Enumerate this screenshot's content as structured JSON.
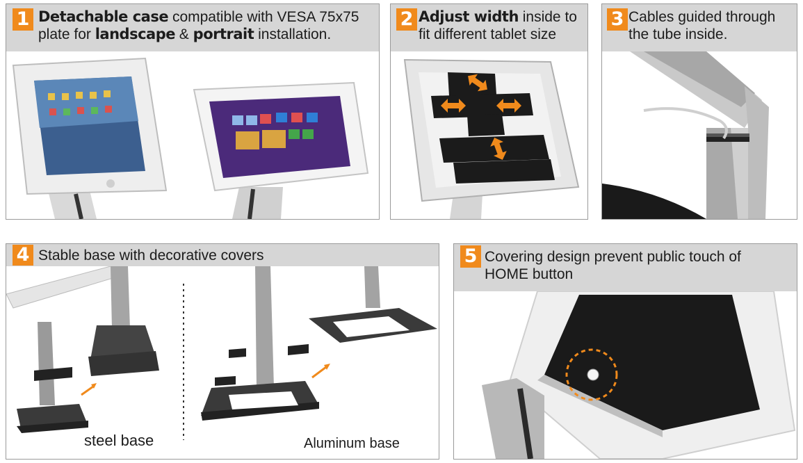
{
  "panels": [
    {
      "num": "1",
      "line1": {
        "b1": "Detachable case",
        "t1": " compatible with VESA 75x75"
      },
      "line2": {
        "t1": "plate for ",
        "b1": "landscape",
        "t2": " & ",
        "b2": "portrait",
        "t3": " installation."
      }
    },
    {
      "num": "2",
      "line1": {
        "b1": "Adjust width",
        "t1": " inside to"
      },
      "line2": {
        "t1": "fit different tablet size"
      }
    },
    {
      "num": "3",
      "line1": "Cables guided through",
      "line2": "the tube inside."
    },
    {
      "num": "4",
      "line1": "Stable base with decorative covers",
      "label_steel": "steel base",
      "label_alu": "Aluminum base"
    },
    {
      "num": "5",
      "line1": "Covering design prevent public touch of",
      "line2": "HOME button"
    }
  ],
  "colors": {
    "accent": "#f08a1c",
    "header": "#d6d6d6",
    "frame": "#9a9a9a"
  }
}
